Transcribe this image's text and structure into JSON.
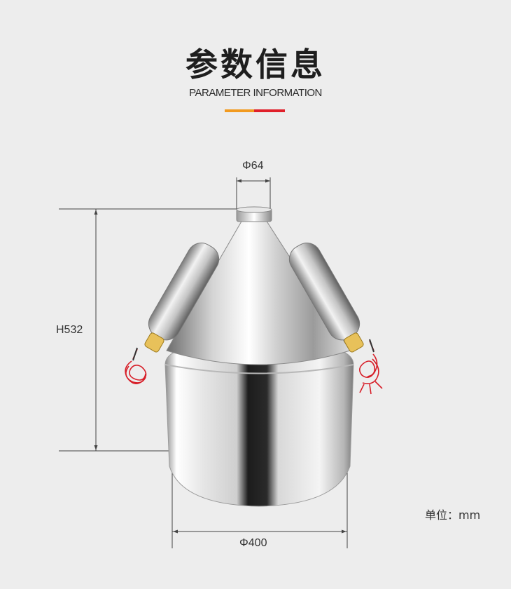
{
  "header": {
    "title_cn": "参数信息",
    "title_en": "PARAMETER INFORMATION",
    "accent_colors": [
      "#f29a1f",
      "#e0202a"
    ]
  },
  "dimensions": {
    "top_diameter": "Φ64",
    "height": "H532",
    "bottom_diameter": "Φ400"
  },
  "unit_label": "单位：mm",
  "product": {
    "icon": "stainless-steel-distiller-pot-image",
    "wire_color": "#d71e28"
  }
}
